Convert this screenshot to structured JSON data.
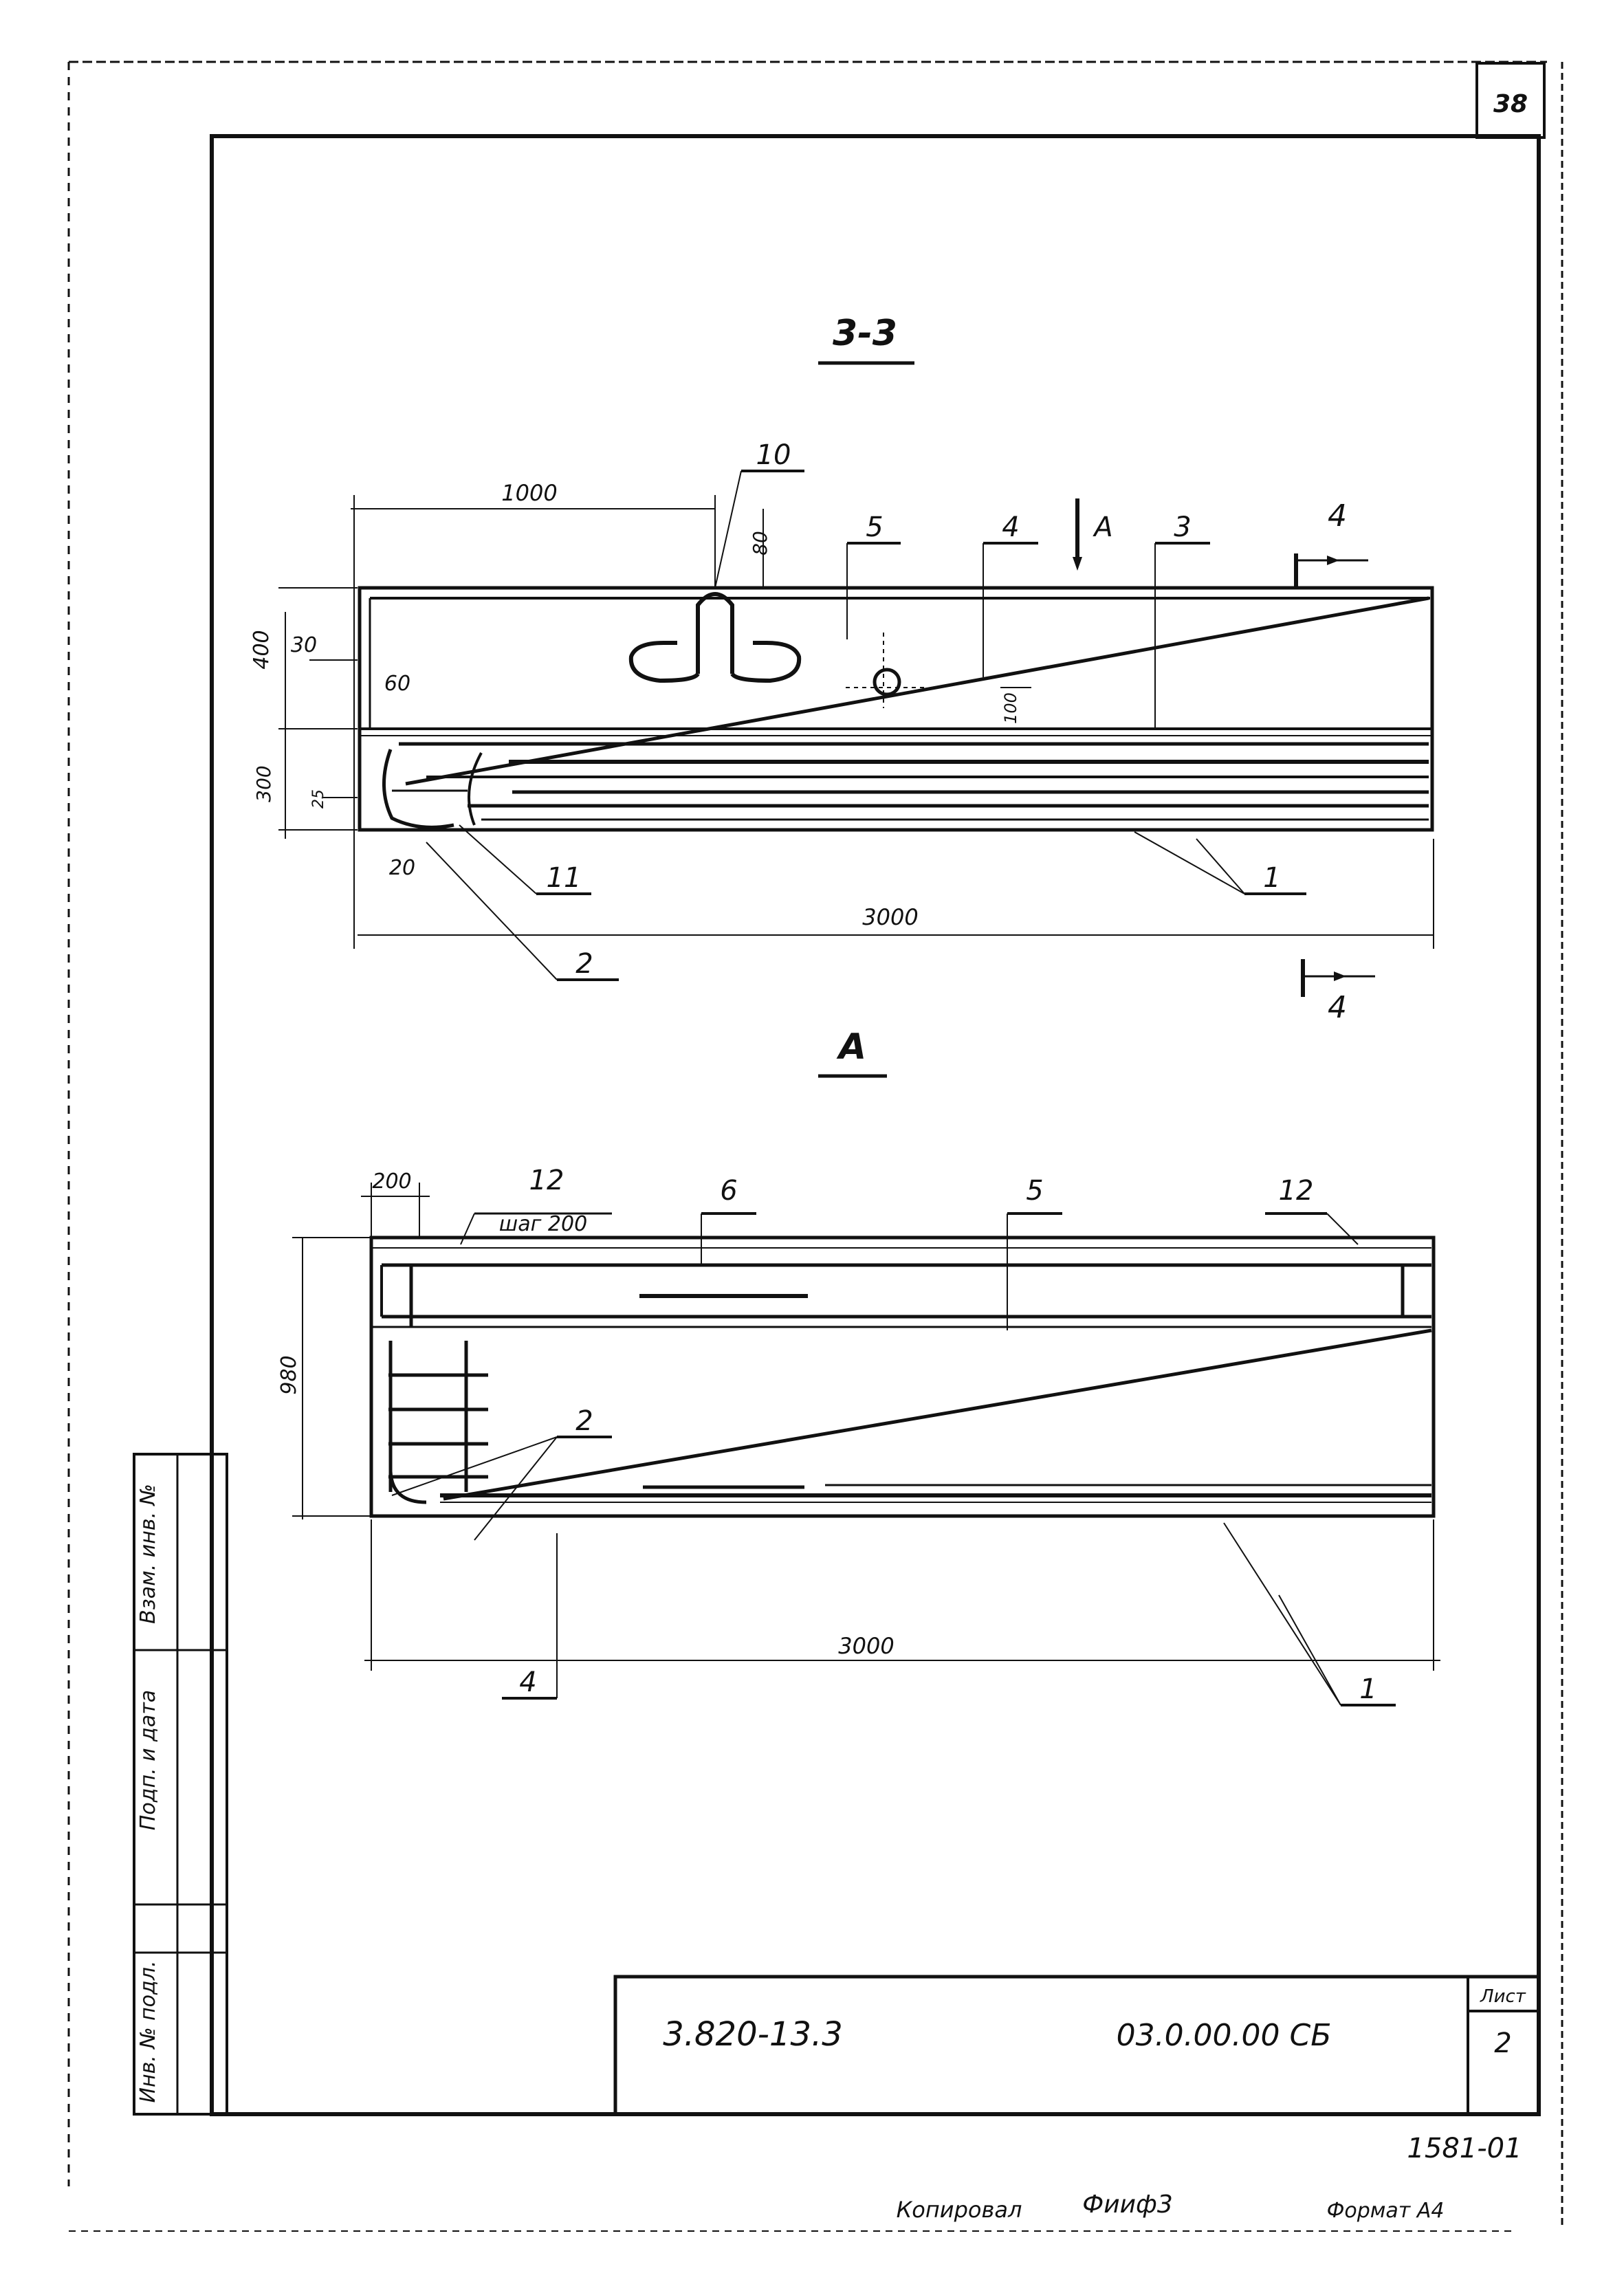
{
  "sheet_number": "38",
  "section_3_3": {
    "title": "3-3",
    "dims": {
      "d1000": "1000",
      "d80": "80",
      "d400": "400",
      "d30": "30",
      "d60": "60",
      "d100": "100",
      "d300": "300",
      "d25": "25",
      "d20": "20",
      "d3000": "3000"
    },
    "callouts": {
      "c10": "10",
      "c5": "5",
      "c4": "4",
      "cA": "A",
      "c3": "3",
      "c11": "11",
      "c1": "1",
      "c2": "2"
    },
    "cut_mark": "4",
    "cut_mark_bottom": "4"
  },
  "view_a": {
    "title": "A",
    "dims": {
      "d200": "200",
      "d980": "980",
      "d3000": "3000"
    },
    "step_note": "шаг 200",
    "callouts": {
      "c12a": "12",
      "c6": "6",
      "c5": "5",
      "c12b": "12",
      "c2": "2",
      "c4": "4",
      "c1": "1"
    }
  },
  "side_stamp": {
    "col1": "Инв. № подл.",
    "col2": "Подп. и дата",
    "col3": "Взам. инв. №"
  },
  "title_block": {
    "series": "3.820-13.3",
    "designation": "03.0.00.00 СБ",
    "sheet_label": "Лист",
    "sheet_value": "2"
  },
  "archive_number": "1581-01",
  "footer": {
    "copied_label": "Копировал",
    "copied_sig": "Фииф3",
    "format_label": "Формат А4"
  }
}
